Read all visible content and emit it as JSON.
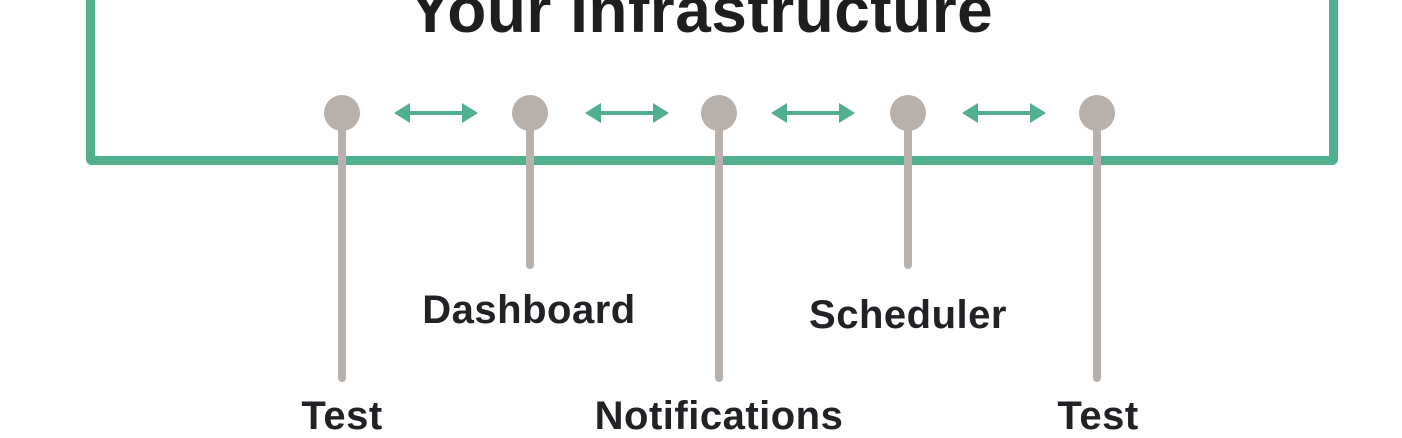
{
  "title": "Your Infrastructure",
  "colors": {
    "frame": "#4fb08b",
    "arrow": "#4fb08b",
    "node": "#b7b0ab",
    "text": "#222226"
  },
  "components": [
    {
      "name": "test-1",
      "label": "Test"
    },
    {
      "name": "dashboard",
      "label": "Dashboard"
    },
    {
      "name": "notifications",
      "label": "Notifications"
    },
    {
      "name": "scheduler",
      "label": "Scheduler"
    },
    {
      "name": "test-2",
      "label": "Test"
    }
  ],
  "connections": [
    {
      "from": 0,
      "to": 1,
      "type": "bidirectional"
    },
    {
      "from": 1,
      "to": 2,
      "type": "bidirectional"
    },
    {
      "from": 2,
      "to": 3,
      "type": "bidirectional"
    },
    {
      "from": 3,
      "to": 4,
      "type": "bidirectional"
    }
  ]
}
